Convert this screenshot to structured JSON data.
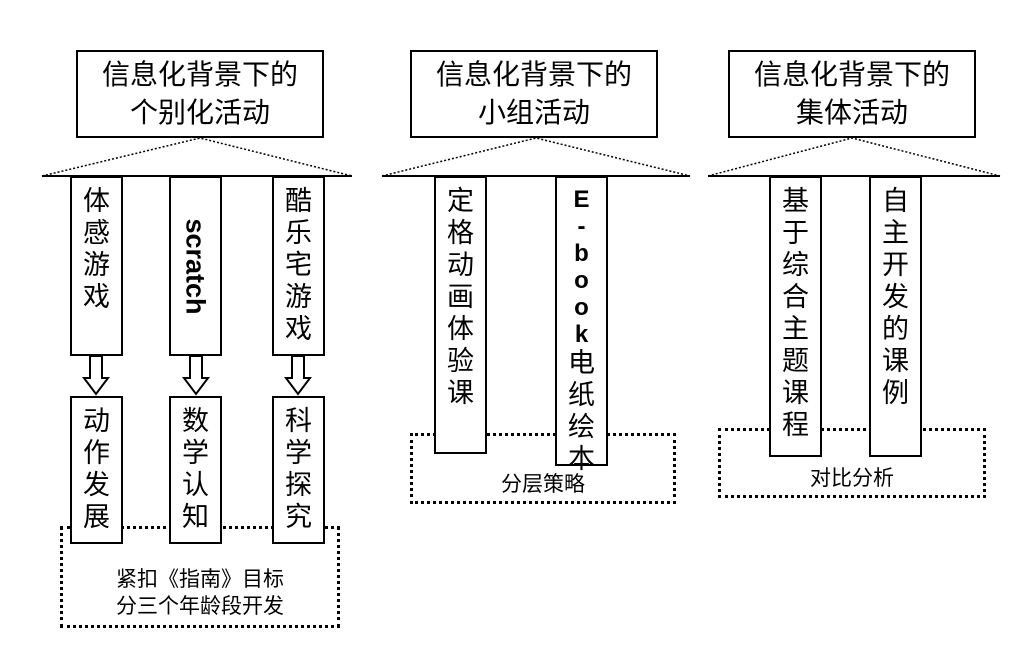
{
  "groups": [
    {
      "title": "信息化背景下的\n个别化活动",
      "top_items": [
        "体感游戏",
        "scratch",
        "酷乐宅游戏"
      ],
      "bottom_items": [
        "动作发展",
        "数学认知",
        "科学探究"
      ],
      "note": "紧扣《指南》目标\n分三个年龄段开发"
    },
    {
      "title": "信息化背景下的\n小组活动",
      "items": [
        "定格动画体验课",
        "E-book电纸绘本"
      ],
      "note": "分层策略"
    },
    {
      "title": "信息化背景下的\n集体活动",
      "items": [
        "基于综合主题课程",
        "自主开发的课例"
      ],
      "note": "对比分析"
    }
  ]
}
